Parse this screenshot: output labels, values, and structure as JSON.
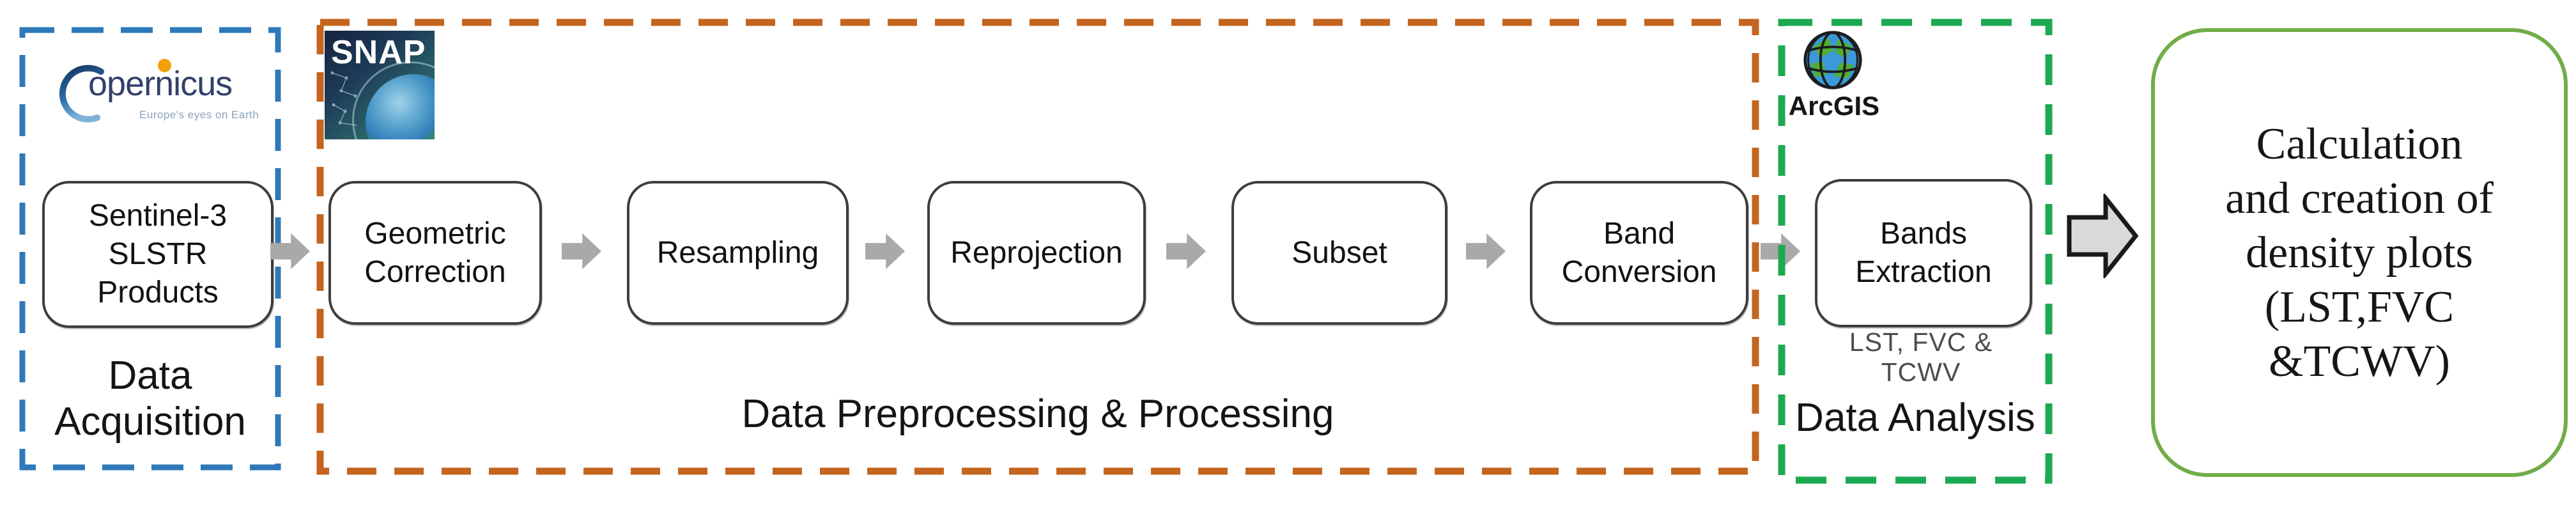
{
  "figure": {
    "type": "workflow-diagram",
    "title": "Sentinel-3 SLSTR processing workflow"
  },
  "colors": {
    "acquisition_border": "#2e79b9",
    "processing_border": "#c4651f",
    "analysis_border": "#1da951",
    "output_border": "#70ad47",
    "small_arrow": "#a9a9a9",
    "big_arrow_fill": "#d9d9d9",
    "box_border": "#3d3d3d"
  },
  "icons": {
    "copernicus": "copernicus-logo",
    "snap": "snap-logo",
    "arcgis": "arcgis-globe-icon",
    "flow_arrow": "right-arrow-icon"
  },
  "acquisition": {
    "label_lines": [
      "Data",
      "Acquisition"
    ],
    "logo": {
      "wordmark": "opernicus",
      "tagline": "Europe's eyes on Earth"
    },
    "box": {
      "lines": [
        "Sentinel-3",
        "SLSTR",
        "Products"
      ]
    }
  },
  "processing": {
    "label": "Data Preprocessing & Processing",
    "logo_text": "SNAP",
    "steps": [
      {
        "lines": [
          "Geometric",
          "Correction"
        ]
      },
      {
        "lines": [
          "Resampling"
        ]
      },
      {
        "lines": [
          "Reprojection"
        ]
      },
      {
        "lines": [
          "Subset"
        ]
      },
      {
        "lines": [
          "Band",
          "Conversion"
        ]
      }
    ]
  },
  "analysis": {
    "label": "Data Analysis",
    "logo_text": "ArcGIS",
    "box": {
      "lines": [
        "Bands",
        "Extraction"
      ]
    },
    "note": "LST, FVC & TCWV"
  },
  "output": {
    "lines": [
      "Calculation",
      "and creation of",
      "density plots",
      "(LST,FVC",
      "&TCWV)"
    ]
  }
}
